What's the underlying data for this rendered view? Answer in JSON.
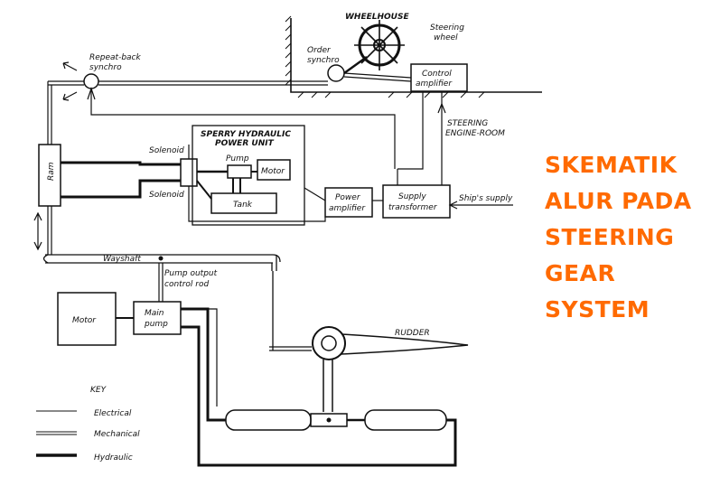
{
  "title_lines": [
    "SKEMATIK",
    "ALUR PADA",
    "STEERING",
    "GEAR",
    "SYSTEM"
  ],
  "title_color": "#ff6a00",
  "labels": {
    "wheelhouse": "WHEELHOUSE",
    "steering_wheel": [
      "Steering",
      "wheel"
    ],
    "order_synchro": [
      "Order",
      "synchro"
    ],
    "repeat_back_synchro": [
      "Repeat-back",
      "synchro"
    ],
    "control_amplifier": [
      "Control",
      "amplifier"
    ],
    "steering_engine_room": [
      "STEERING",
      "ENGINE-ROOM"
    ],
    "sperry_unit": [
      "SPERRY HYDRAULIC",
      "POWER UNIT"
    ],
    "solenoid_top": "Solenoid",
    "solenoid_bottom": "Solenoid",
    "pump_small": "Pump",
    "motor_small": "Motor",
    "tank": "Tank",
    "ram": "Ram",
    "power_amplifier": [
      "Power",
      "amplifier"
    ],
    "supply_transformer": [
      "Supply",
      "transformer"
    ],
    "ships_supply": "Ship's supply",
    "wayshaft": "Wayshaft",
    "pump_output_control_rod": [
      "Pump output",
      "control rod"
    ],
    "motor_main": "Motor",
    "main_pump": [
      "Main",
      "pump"
    ],
    "rudder": "RUDDER",
    "key_title": "KEY",
    "key_electrical": "Electrical",
    "key_mechanical": "Mechanical",
    "key_hydraulic": "Hydraulic"
  }
}
